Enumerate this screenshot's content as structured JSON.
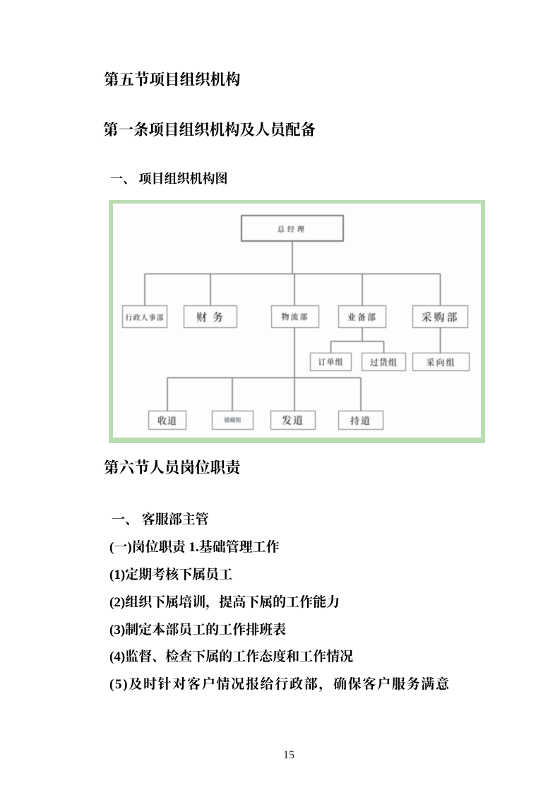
{
  "document": {
    "section5_heading": "第五节项目组织机构",
    "article1_heading": "第一条项目组织机构及人员配备",
    "item1_heading": "一、 项目组织机构图",
    "section6_heading": "第六节人员岗位职责",
    "manager_heading": "一、 客服部主管",
    "duties": [
      "(一)岗位职责 1.基础管理工作",
      "(1)定期考核下属员工",
      "(2)组织下属培训，提高下属的工作能力",
      "(3)制定本部员工的工作排班表",
      "(4)监督、检查下属的工作态度和工作情况",
      "(5)及时针对客户情况报给行政部，确保客户服务满意"
    ],
    "page_number": "15"
  },
  "figure": {
    "type": "org-chart",
    "border_color": "#b9dcb0",
    "nodes": {
      "ceo": {
        "label": "总经理",
        "level": 1,
        "parent": null
      },
      "hr": {
        "label": "行政人事部",
        "level": 2,
        "parent": "总经理"
      },
      "finance": {
        "label": "财 务",
        "level": 2,
        "parent": "总经理"
      },
      "logistics": {
        "label": "物流部",
        "level": 2,
        "parent": "总经理"
      },
      "business": {
        "label": "业备部",
        "level": 2,
        "parent": "总经理"
      },
      "purchasing": {
        "label": "采购部",
        "level": 2,
        "parent": "总经理"
      },
      "order_group": {
        "label": "订单组",
        "level": 3,
        "parent": "业备部"
      },
      "inbound_group": {
        "label": "过货组",
        "level": 3,
        "parent": "业备部"
      },
      "sourcing_group": {
        "label": "采向组",
        "level": 3,
        "parent": "采购部"
      },
      "receiving": {
        "label": "收道",
        "level": 4,
        "parent": "物流部"
      },
      "storage": {
        "label": "储藏组",
        "level": 4,
        "parent": "物流部"
      },
      "shipping": {
        "label": "发道",
        "level": 4,
        "parent": "物流部"
      },
      "holding": {
        "label": "持道",
        "level": 4,
        "parent": "物流部"
      }
    }
  }
}
